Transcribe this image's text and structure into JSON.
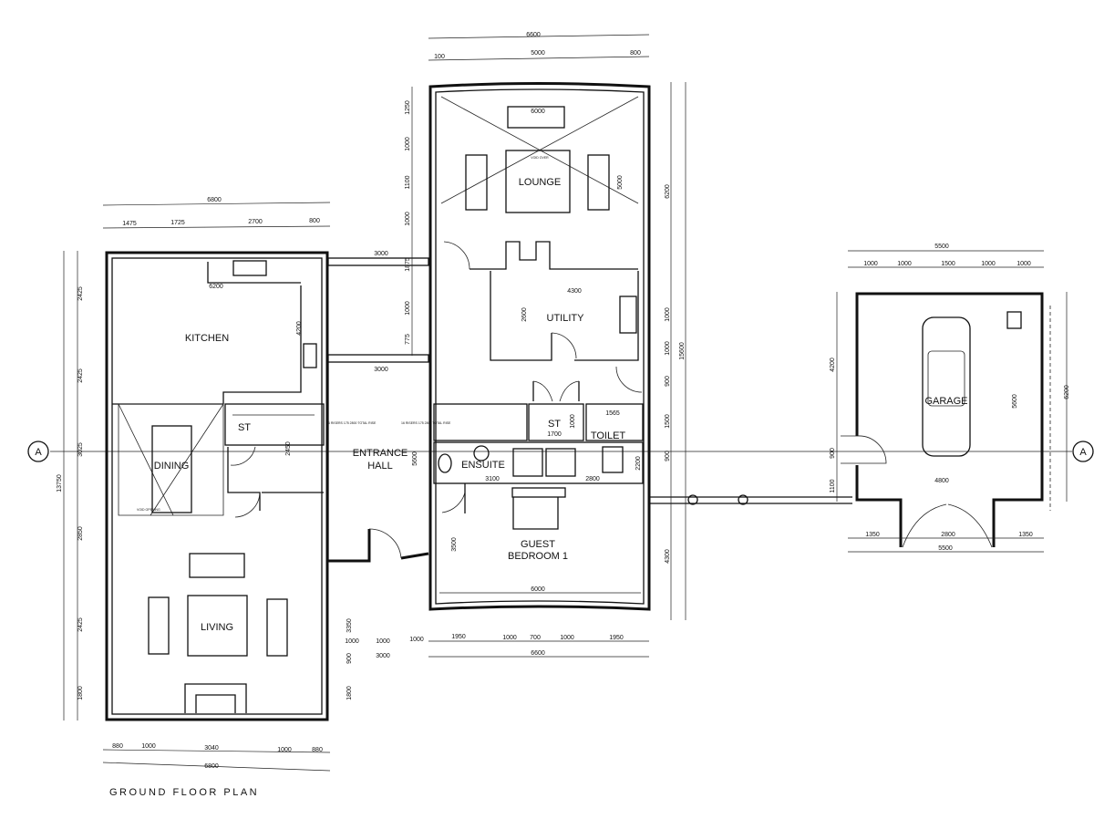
{
  "title": "GROUND FLOOR PLAN",
  "section_marker": "A",
  "rooms": {
    "kitchen": "KITCHEN",
    "store_left": "ST",
    "dining": "DINING",
    "living": "LIVING",
    "entrance_line1": "ENTRANCE",
    "entrance_line2": "HALL",
    "lounge": "LOUNGE",
    "utility": "UTILITY",
    "store_mid": "ST",
    "toilet": "TOILET",
    "ensuite": "ENSUITE",
    "guest_line1": "GUEST",
    "guest_line2": "BEDROOM 1",
    "garage": "GARAGE"
  },
  "notes": {
    "void_over": "VOID OVER",
    "void_opening": "VOID OPENING",
    "stair_note": "16 RISERS 175 2800 TOTAL RISE"
  },
  "dims": {
    "left_top": [
      "6800",
      "1475",
      "1725",
      "2700",
      "800"
    ],
    "kitchen": [
      "6200",
      "4200"
    ],
    "left_side": [
      "2425",
      "2425",
      "3025",
      "2850",
      "2425",
      "1800",
      "13750"
    ],
    "left_bottom": [
      "880",
      "1000",
      "3040",
      "1000",
      "880",
      "6800"
    ],
    "link": [
      "3000",
      "3000",
      "2450",
      "3350",
      "1000",
      "900",
      "1800",
      "1000",
      "1000",
      "3000"
    ],
    "mid_top": [
      "6600",
      "100",
      "5000",
      "800"
    ],
    "mid_left": [
      "1250",
      "1000",
      "1100",
      "1000",
      "1875",
      "1000",
      "775"
    ],
    "lounge": [
      "5000",
      "6000"
    ],
    "mid_right": [
      "6200",
      "15600",
      "1000",
      "1000",
      "900",
      "1500",
      "900",
      "4300"
    ],
    "utility": [
      "4300",
      "2600"
    ],
    "core": [
      "1700",
      "1000",
      "1565",
      "2200",
      "2800",
      "3100",
      "5600",
      "3500",
      "6000"
    ],
    "mid_bottom": [
      "1950",
      "1000",
      "700",
      "1000",
      "1950",
      "6600"
    ],
    "garage": [
      "5500",
      "1000",
      "1000",
      "1500",
      "1000",
      "1000",
      "4200",
      "5600",
      "6200",
      "900",
      "1100",
      "4800",
      "1350",
      "2800",
      "1350",
      "5500"
    ]
  }
}
